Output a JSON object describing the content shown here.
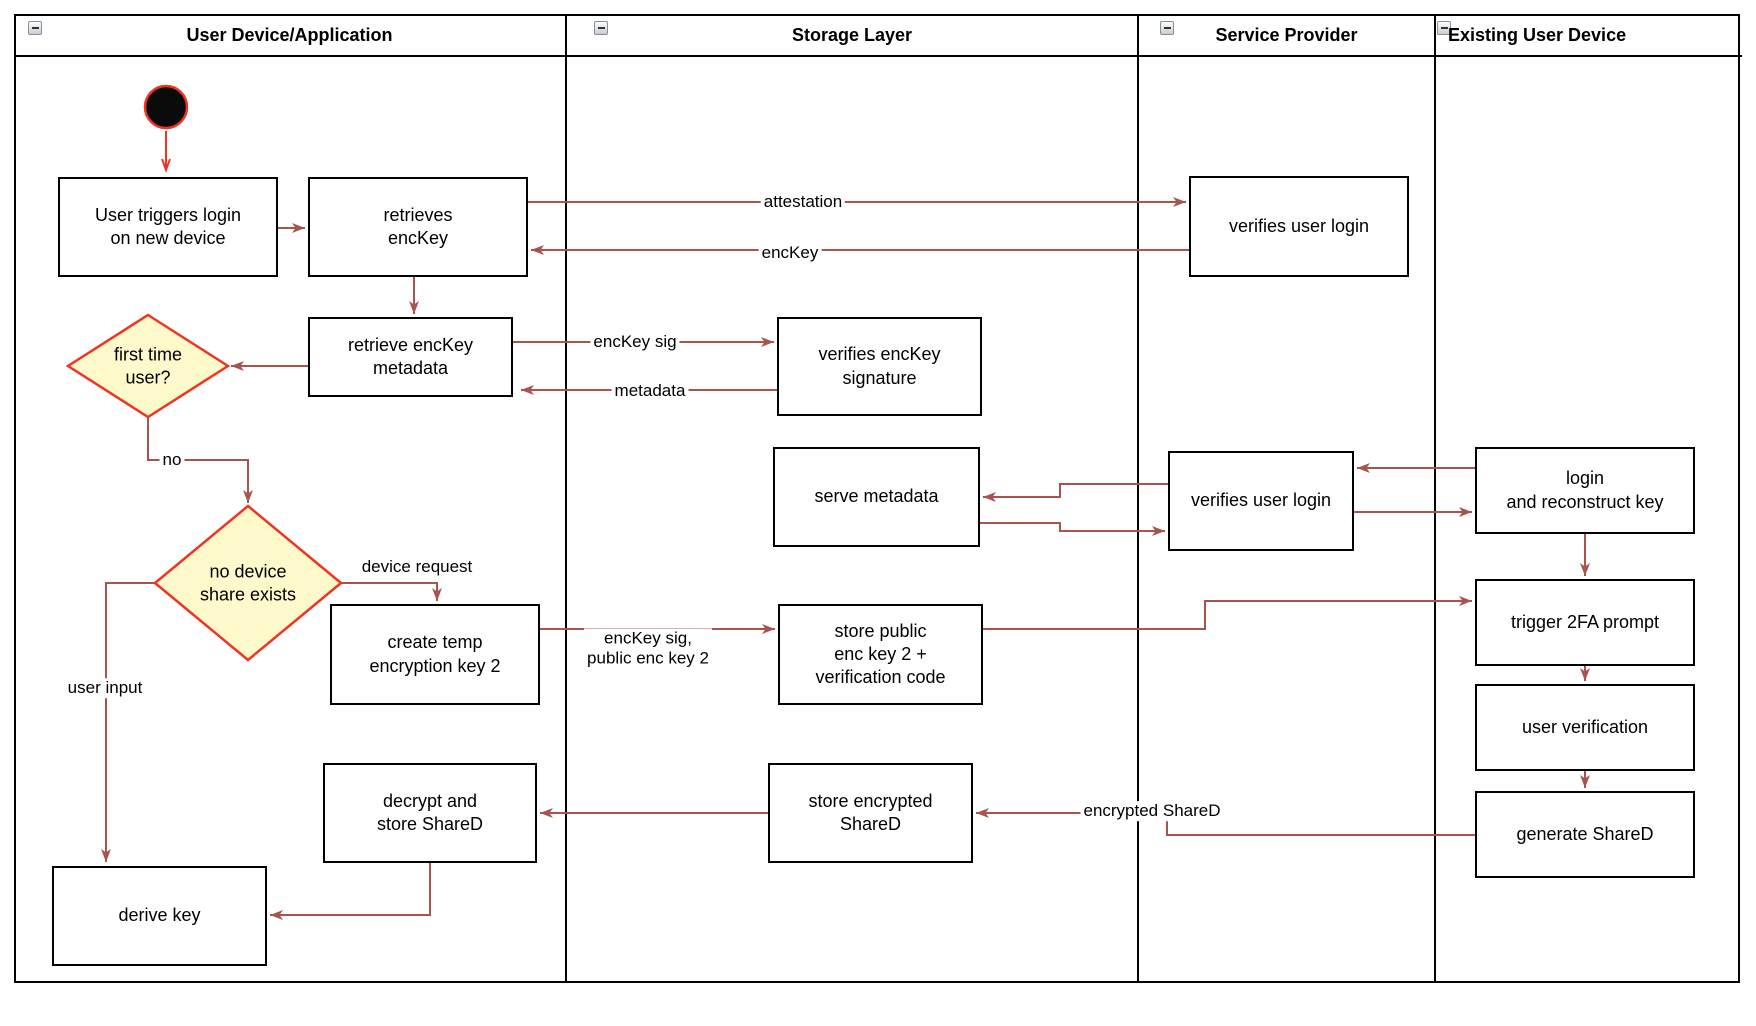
{
  "lanes": [
    {
      "title": "User Device/Application"
    },
    {
      "title": "Storage Layer"
    },
    {
      "title": "Service Provider"
    },
    {
      "title": "Existing User Device"
    }
  ],
  "nodes": {
    "user_triggers_login": {
      "label": "User triggers login\non new device"
    },
    "retrieves_enckey": {
      "label": "retrieves\nencKey"
    },
    "retrieve_enckey_metadata": {
      "label": "retrieve encKey\nmetadata"
    },
    "first_time_user": {
      "label": "first time\nuser?"
    },
    "no_device_share": {
      "label": "no device\nshare exists"
    },
    "create_temp_key": {
      "label": "create temp\nencryption key 2"
    },
    "decrypt_store_shared": {
      "label": "decrypt and\nstore ShareD"
    },
    "derive_key": {
      "label": "derive key"
    },
    "verifies_enckey_sig": {
      "label": "verifies encKey\nsignature"
    },
    "serve_metadata": {
      "label": "serve metadata"
    },
    "store_public_key": {
      "label": "store public\nenc key 2 +\nverification code"
    },
    "store_encrypted_shared": {
      "label": "store encrypted\nShareD"
    },
    "verifies_user_login_top": {
      "label": "verifies user login"
    },
    "verifies_user_login_mid": {
      "label": "verifies user login"
    },
    "login_reconstruct": {
      "label": "login\nand reconstruct key"
    },
    "trigger_2fa": {
      "label": "trigger 2FA prompt"
    },
    "user_verification": {
      "label": "user verification"
    },
    "generate_shared": {
      "label": "generate ShareD"
    }
  },
  "edge_labels": {
    "attestation": "attestation",
    "enckey": "encKey",
    "enckey_sig": "encKey sig",
    "metadata": "metadata",
    "no": "no",
    "device_request": "device request",
    "user_input": "user input",
    "enckey_sig_public": "encKey sig,\npublic enc key 2",
    "encrypted_shared": "encrypted ShareD"
  },
  "colors": {
    "edge": "#A8544E",
    "start": "#EE3524",
    "decision_fill": "#FDF9CA",
    "decision_border": "#EE3524"
  }
}
